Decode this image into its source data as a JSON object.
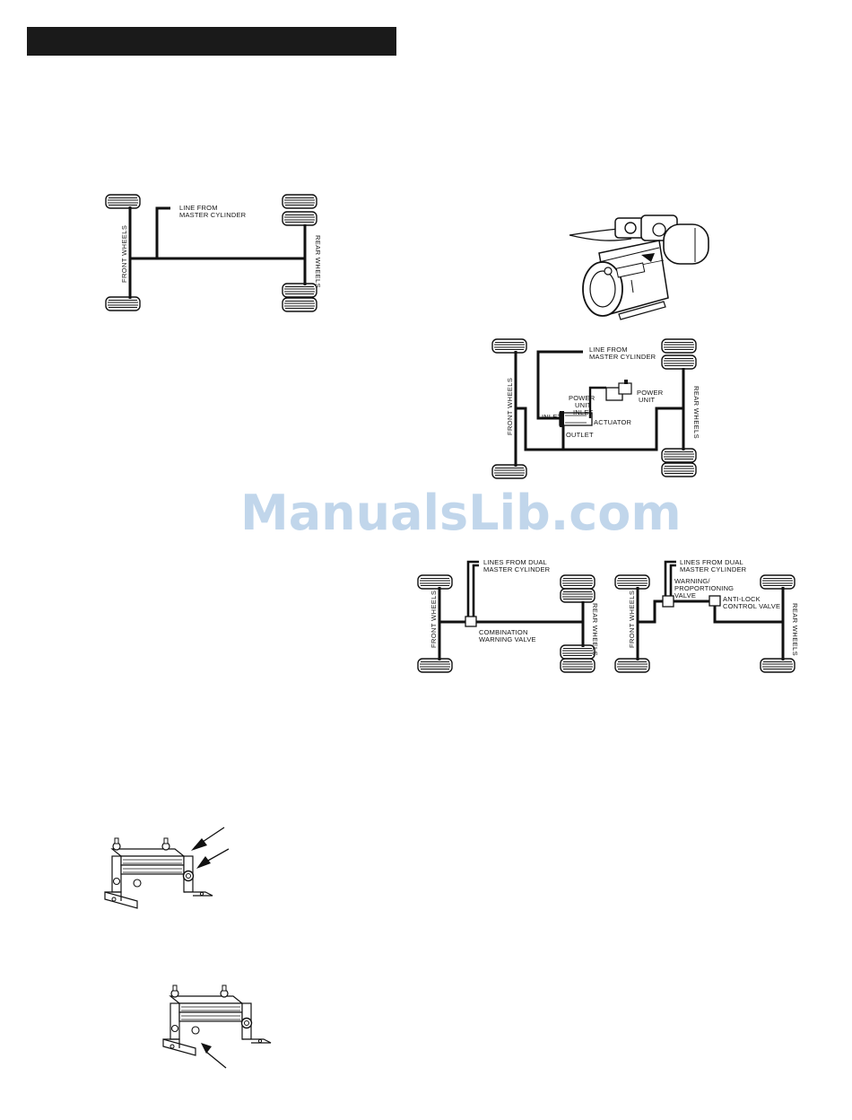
{
  "watermark": "ManualsLib.com",
  "diagrams": {
    "single_system": {
      "line_from": "LINE FROM",
      "master_cylinder": "MASTER CYLINDER",
      "front_wheels": "FRONT WHEELS",
      "rear_wheels": "REAR WHEELS"
    },
    "power_system": {
      "line_from": "LINE FROM",
      "master_cylinder": "MASTER CYLINDER",
      "power_unit_inlet_1": "POWER",
      "power_unit_inlet_2": "UNIT",
      "power_unit_inlet_3": "INLET",
      "power_unit_1": "POWER",
      "power_unit_2": "UNIT",
      "inlet": "INLET",
      "actuator": "ACTUATOR",
      "outlet": "OUTLET",
      "front_wheels": "FRONT WHEELS",
      "rear_wheels": "REAR WHEELS"
    },
    "dual_combination": {
      "lines_from_dual": "LINES FROM DUAL",
      "master_cylinder": "MASTER CYLINDER",
      "combination": "COMBINATION",
      "warning_valve": "WARNING VALVE",
      "front_wheels": "FRONT WHEELS",
      "rear_wheels": "REAR WHEELS"
    },
    "dual_antilock": {
      "lines_from_dual": "LINES FROM DUAL",
      "master_cylinder": "MASTER CYLINDER",
      "warning_1": "WARNING/",
      "warning_2": "PROPORTIONING",
      "warning_3": "VALVE",
      "antilock_1": "ANTI-LOCK",
      "antilock_2": "CONTROL VALVE",
      "front_wheels": "FRONT WHEELS",
      "rear_wheels": "REAR WHEELS"
    }
  }
}
